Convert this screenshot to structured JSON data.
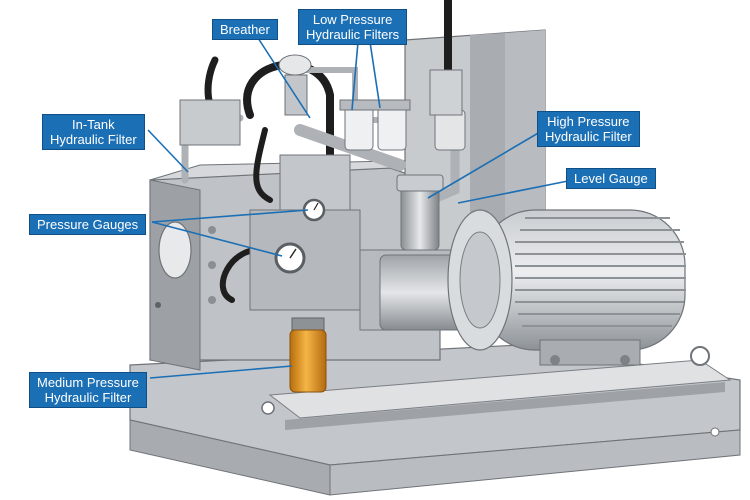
{
  "labels": {
    "breather": "Breather",
    "low_pressure_filters": [
      "Low Pressure",
      "Hydraulic Filters"
    ],
    "in_tank_filter": [
      "In-Tank",
      "Hydraulic Filter"
    ],
    "high_pressure_filter": [
      "High Pressure",
      "Hydraulic Filter"
    ],
    "level_gauge": "Level Gauge",
    "pressure_gauges": "Pressure Gauges",
    "medium_pressure_filter": [
      "Medium Pressure",
      "Hydraulic Filter"
    ]
  },
  "colors": {
    "callout_fill": "#1b6fb5",
    "leader_line": "#1b6fb5",
    "steel_light": "#d9dbdd",
    "steel_mid": "#b4b8bc",
    "steel_dark": "#7c8186",
    "filter_orange": "#e69a1f",
    "hose_black": "#1e1e1e"
  }
}
